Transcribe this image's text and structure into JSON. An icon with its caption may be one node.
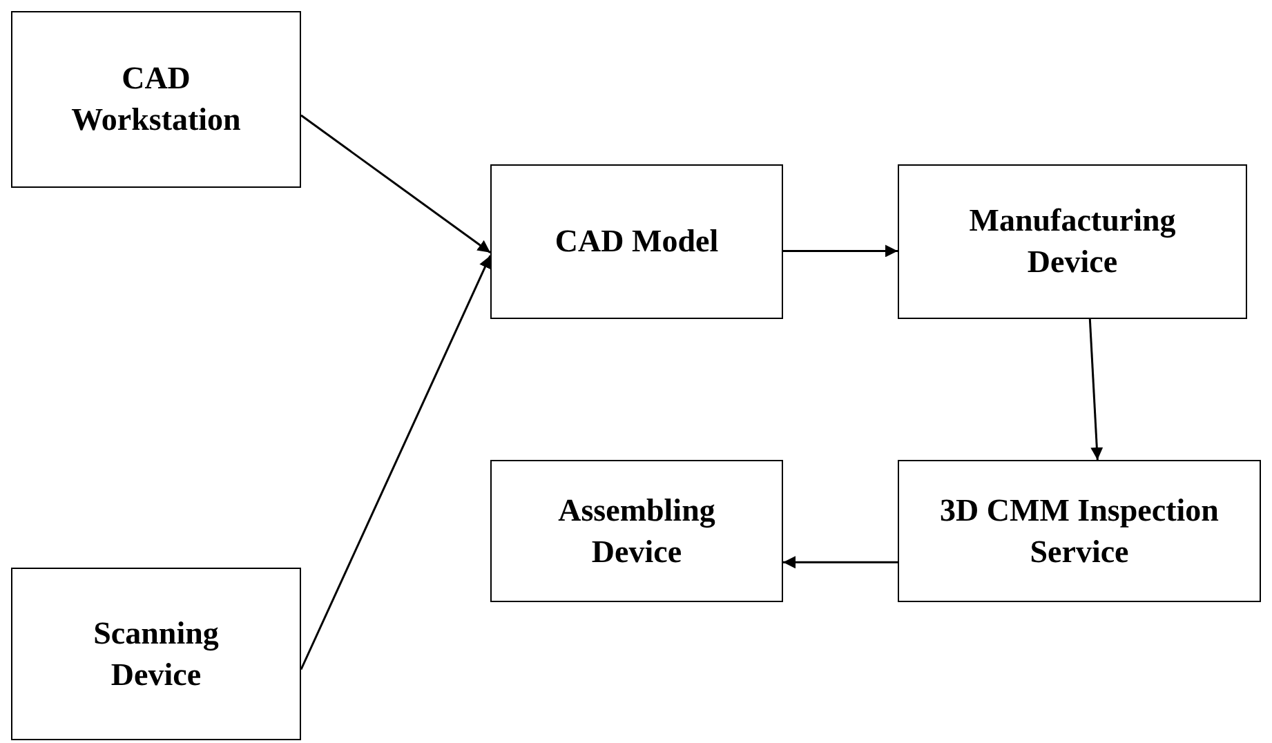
{
  "diagram": {
    "nodes": [
      {
        "text": [
          "CAD Workstation"
        ]
      },
      {
        "text": [
          "CAD Model"
        ]
      },
      {
        "text": [
          "Manufacturing Device"
        ]
      },
      {
        "text": [
          "Scanning Device"
        ]
      },
      {
        "text": [
          "Assembling Device"
        ]
      },
      {
        "text": [
          "3D CMM Inspection Service"
        ]
      }
    ],
    "edges": [
      {
        "from": 0,
        "to": 1,
        "arrow": "to"
      },
      {
        "from": 3,
        "to": 1,
        "arrow": "to"
      },
      {
        "from": 1,
        "to": 2,
        "arrow": "to"
      },
      {
        "from": 2,
        "to": 5,
        "arrow": "to"
      },
      {
        "from": 5,
        "to": 4,
        "arrow": "to"
      }
    ]
  }
}
